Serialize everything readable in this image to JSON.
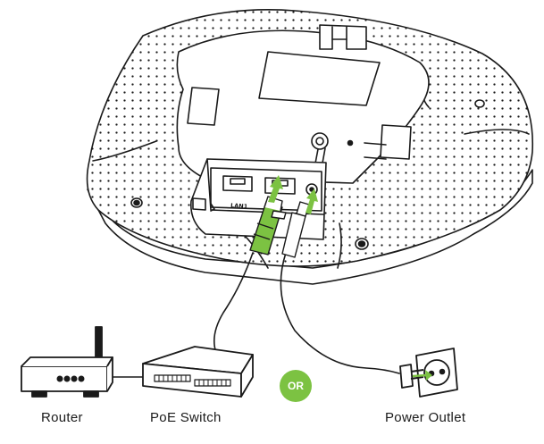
{
  "colors": {
    "accent": "#7cc242",
    "line": "#1a1a1a",
    "fill": "#ffffff"
  },
  "device": {
    "port_label": "LAN1"
  },
  "or_badge": {
    "label": "OR"
  },
  "labels": {
    "router": "Router",
    "poe_switch": "PoE Switch",
    "power_outlet": "Power Outlet"
  },
  "icons": [
    "access-point-icon",
    "router-icon",
    "poe-switch-icon",
    "power-outlet-icon",
    "ethernet-plug-icon",
    "power-plug-icon",
    "arrow-icon"
  ]
}
